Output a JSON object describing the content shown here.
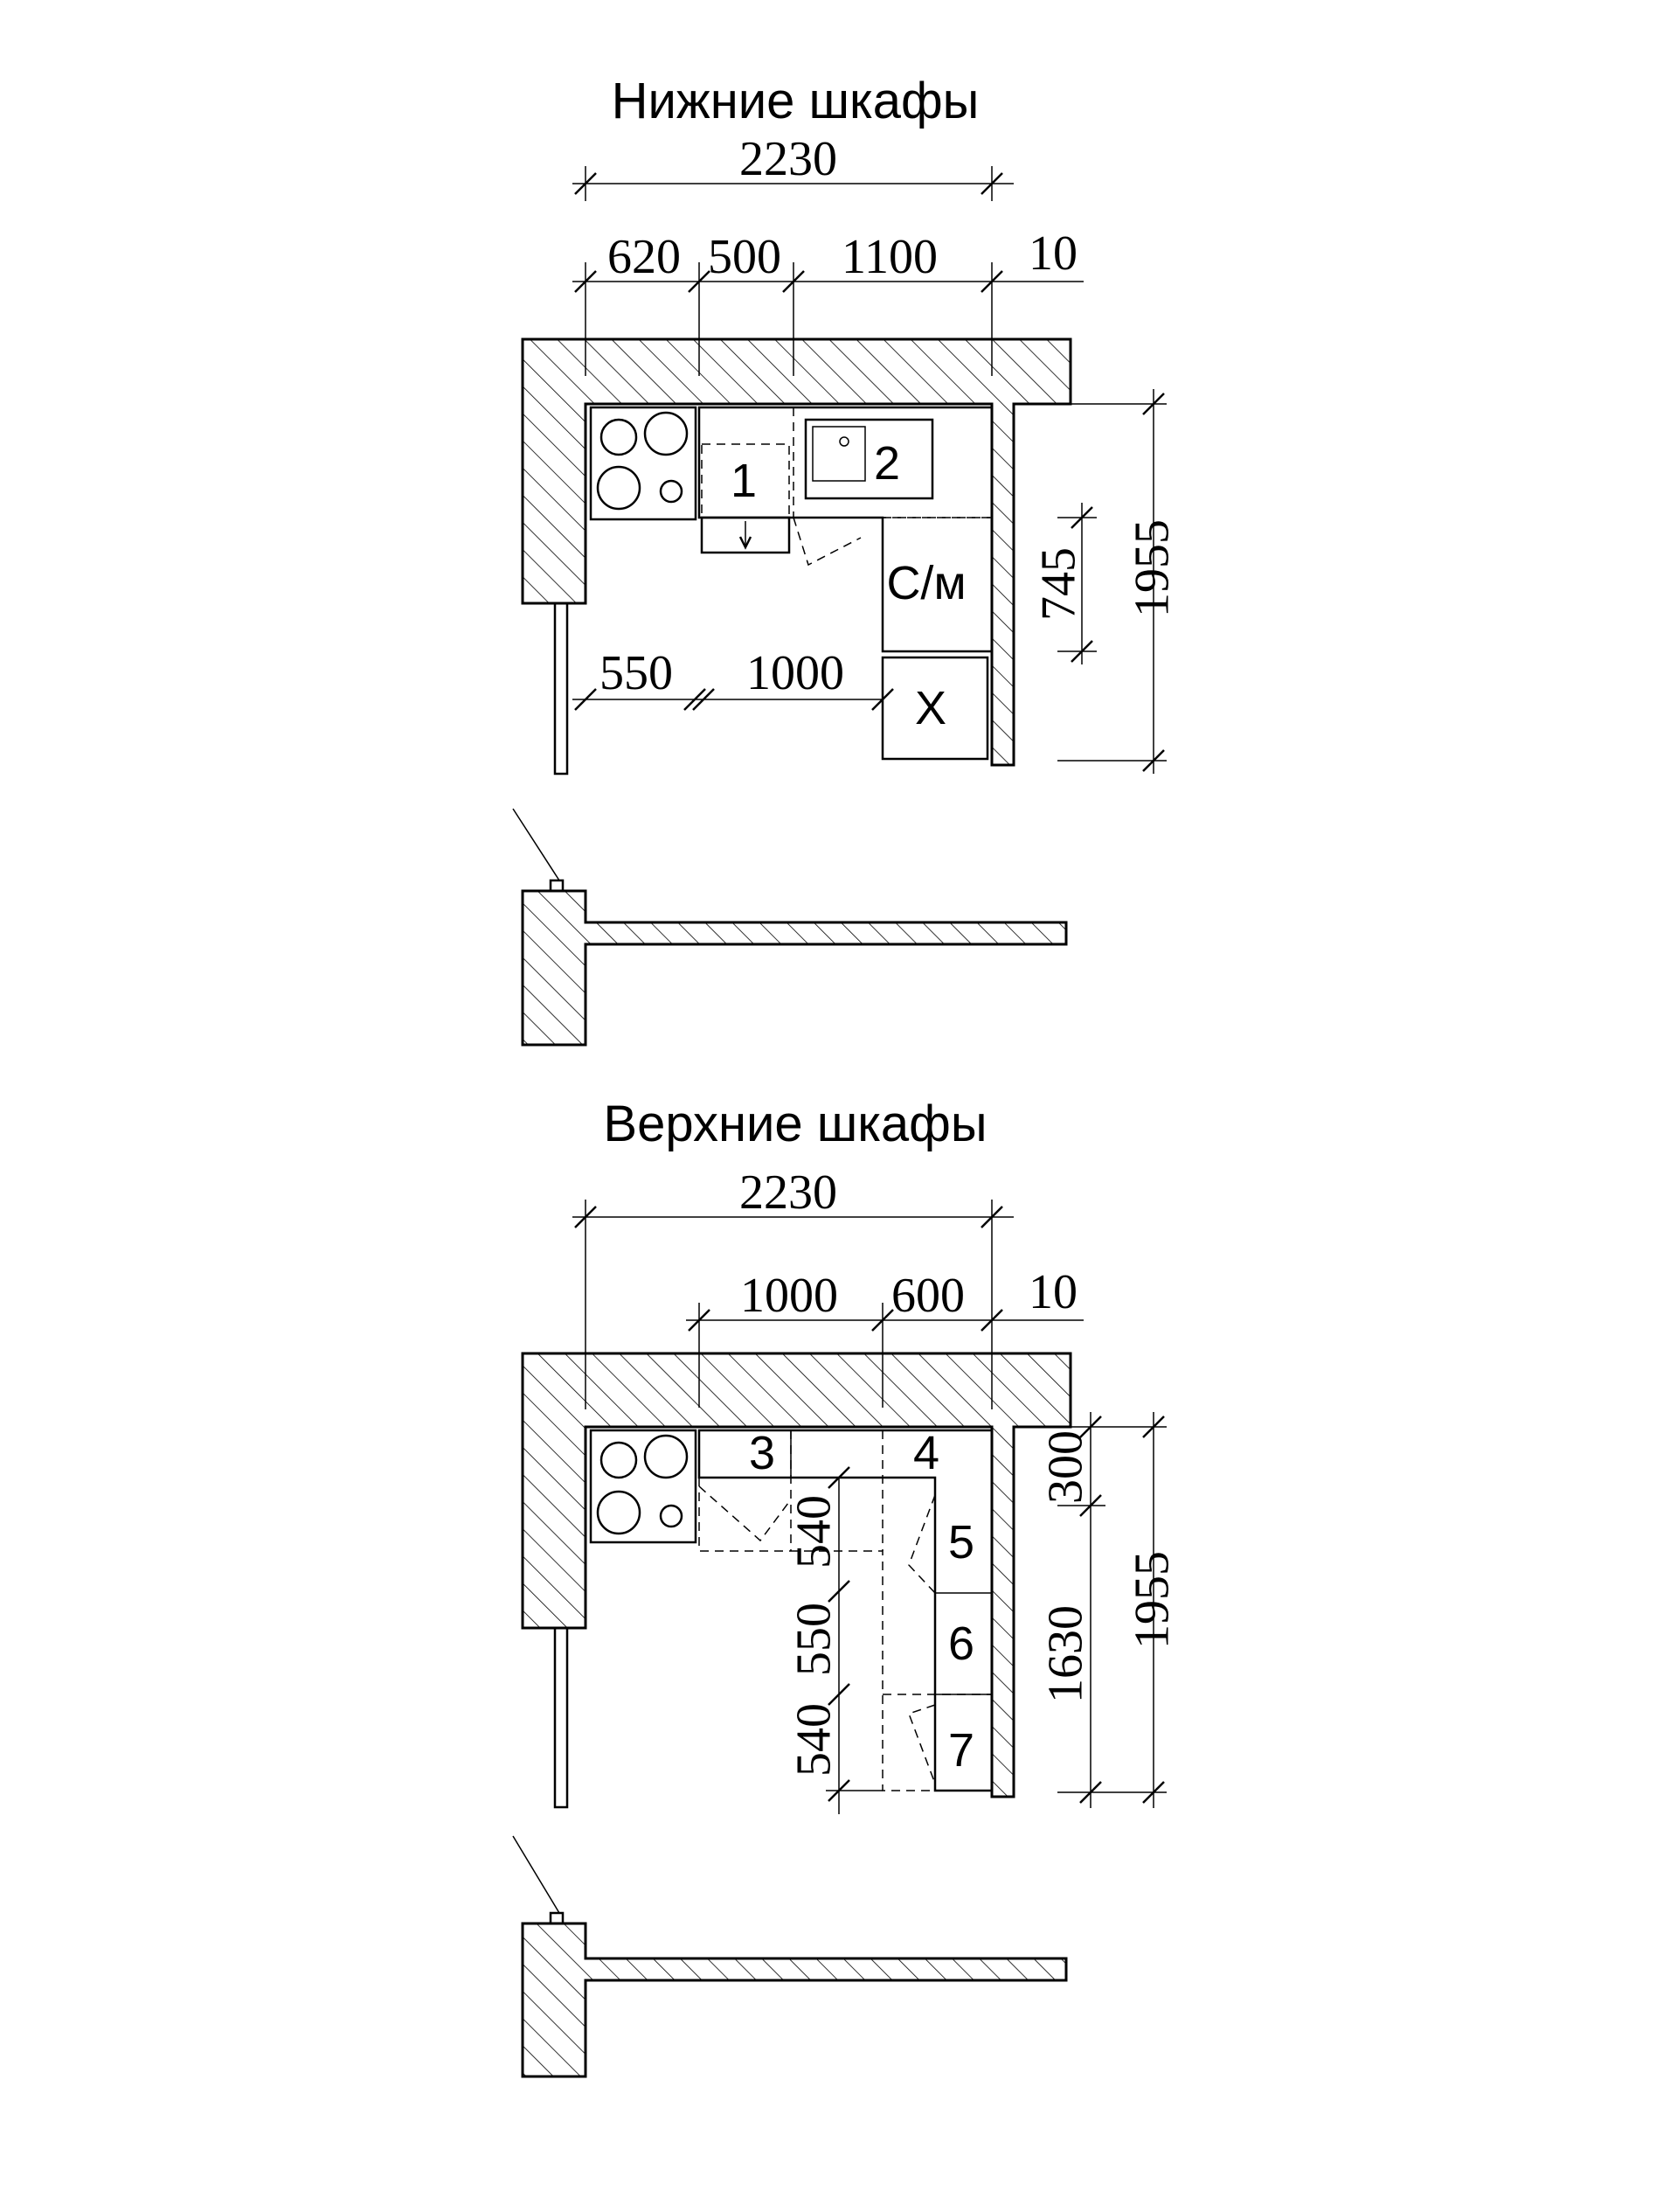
{
  "lower": {
    "title": "Нижние шкафы",
    "dim_total": "2230",
    "dim_620": "620",
    "dim_500": "500",
    "dim_1100": "1100",
    "dim_10": "10",
    "dim_550": "550",
    "dim_1000": "1000",
    "dim_745": "745",
    "dim_1955": "1955",
    "label_1": "1",
    "label_2": "2",
    "label_dishwasher": "С/м",
    "label_fridge": "Х"
  },
  "upper": {
    "title": "Верхние шкафы",
    "dim_total": "2230",
    "dim_1000": "1000",
    "dim_600": "600",
    "dim_10": "10",
    "dim_540_top": "540",
    "dim_550": "550",
    "dim_540_bottom": "540",
    "dim_300": "300",
    "dim_1630": "1630",
    "dim_1955": "1955",
    "label_3": "3",
    "label_4": "4",
    "label_5": "5",
    "label_6": "6",
    "label_7": "7"
  }
}
